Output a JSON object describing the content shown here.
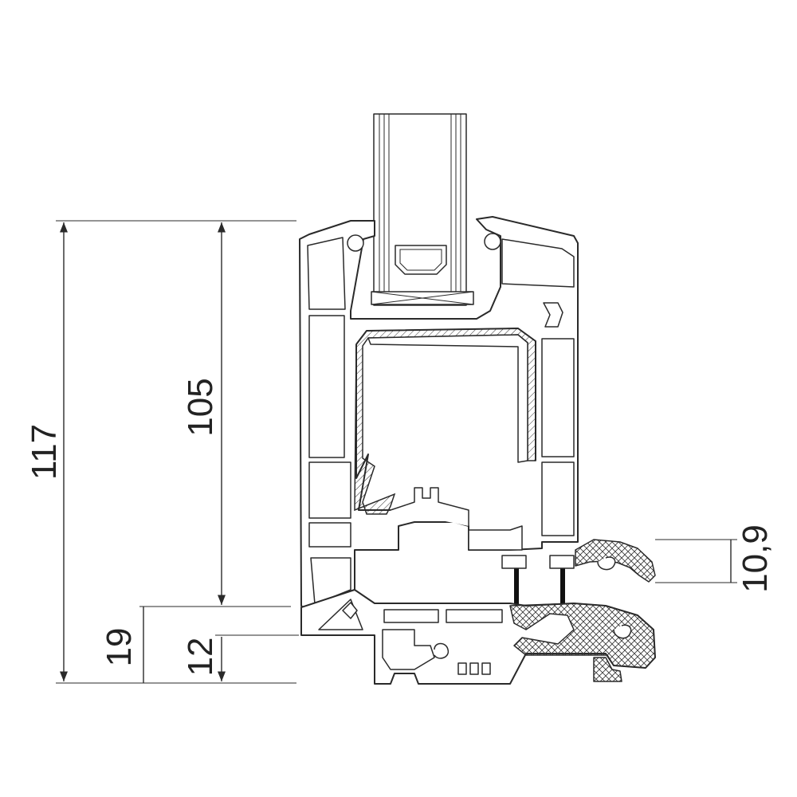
{
  "dimensions": {
    "d117": "117",
    "d105": "105",
    "d19": "19",
    "d12": "12",
    "d10_9": "10,9"
  }
}
